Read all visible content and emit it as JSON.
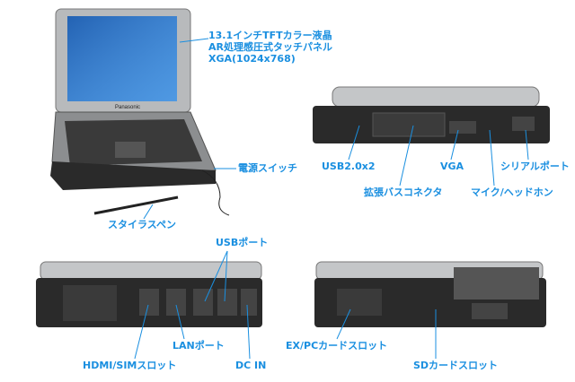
{
  "labels": {
    "screen": [
      "13.1インチTFTカラー液晶",
      "AR処理感圧式タッチパネル",
      "XGA(1024x768)"
    ],
    "power_switch": "電源スイッチ",
    "stylus": "スタイラスペン",
    "usb20x2": "USB2.0x2",
    "vga": "VGA",
    "serial": "シリアルポート",
    "expansion_bus": "拡張バスコネクタ",
    "mic_headphone": "マイク/ヘッドホン",
    "usb_port": "USBポート",
    "lan_port": "LANポート",
    "hdmi_sim": "HDMI/SIMスロット",
    "dc_in": "DC IN",
    "expc_slot": "EX/PCカードスロット",
    "sd_slot": "SDカードスロット"
  },
  "logo_text": "Panasonic",
  "colors": {
    "label": "#1a8fe0",
    "body_silver": "#b8babc",
    "body_dark": "#2a2a2a",
    "screen_blue": "#2f7fd0"
  }
}
